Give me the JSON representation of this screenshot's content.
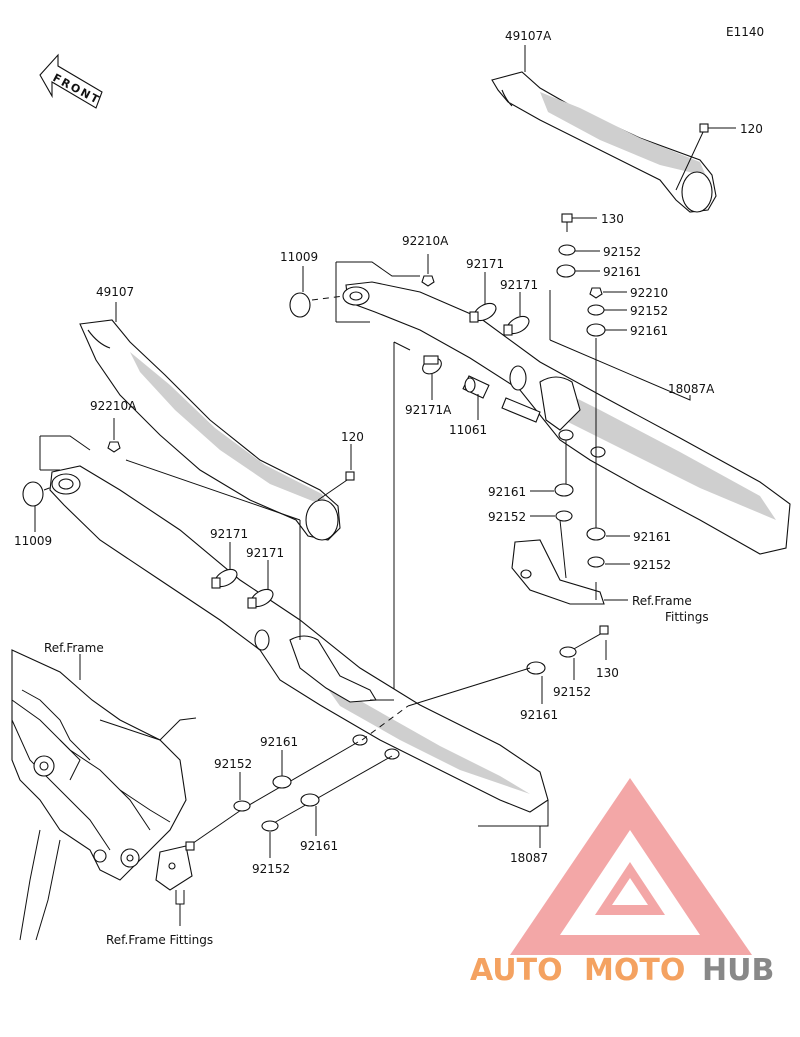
{
  "diagram_code": "E1140",
  "front_label": "FRONT",
  "callouts": {
    "p49107A": "49107A",
    "p120_top": "120",
    "p130_top": "130",
    "p92152_a": "92152",
    "p92161_a": "92161",
    "p92210": "92210",
    "p92152_b": "92152",
    "p92161_b": "92161",
    "p92210A_top": "92210A",
    "p11009_top": "11009",
    "p92171_a": "92171",
    "p92171_b": "92171",
    "p18087A": "18087A",
    "p49107": "49107",
    "p92171A": "92171A",
    "p11061": "11061",
    "p92210A_left": "92210A",
    "p120_left": "120",
    "p11009_left": "11009",
    "p92161_c": "92161",
    "p92152_c": "92152",
    "p92161_d": "92161",
    "p92152_d": "92152",
    "p92171_c": "92171",
    "p92171_d": "92171",
    "ref_frame_fittings_r1": "Ref.Frame",
    "ref_frame_fittings_r2": "Fittings",
    "p130_mid": "130",
    "p92152_e": "92152",
    "p92161_e": "92161",
    "ref_frame": "Ref.Frame",
    "p92161_f": "92161",
    "p92152_f": "92152",
    "p92161_g": "92161",
    "p92152_g": "92152",
    "p18087": "18087",
    "ref_frame_fittings_bottom": "Ref.Frame Fittings"
  },
  "watermark": {
    "word_a": "AUTO",
    "word_b": "MOTO",
    "word_c": "HUB",
    "color_primary": "#f4a261",
    "color_secondary": "#888888",
    "logo_color": "#f08a8a"
  }
}
